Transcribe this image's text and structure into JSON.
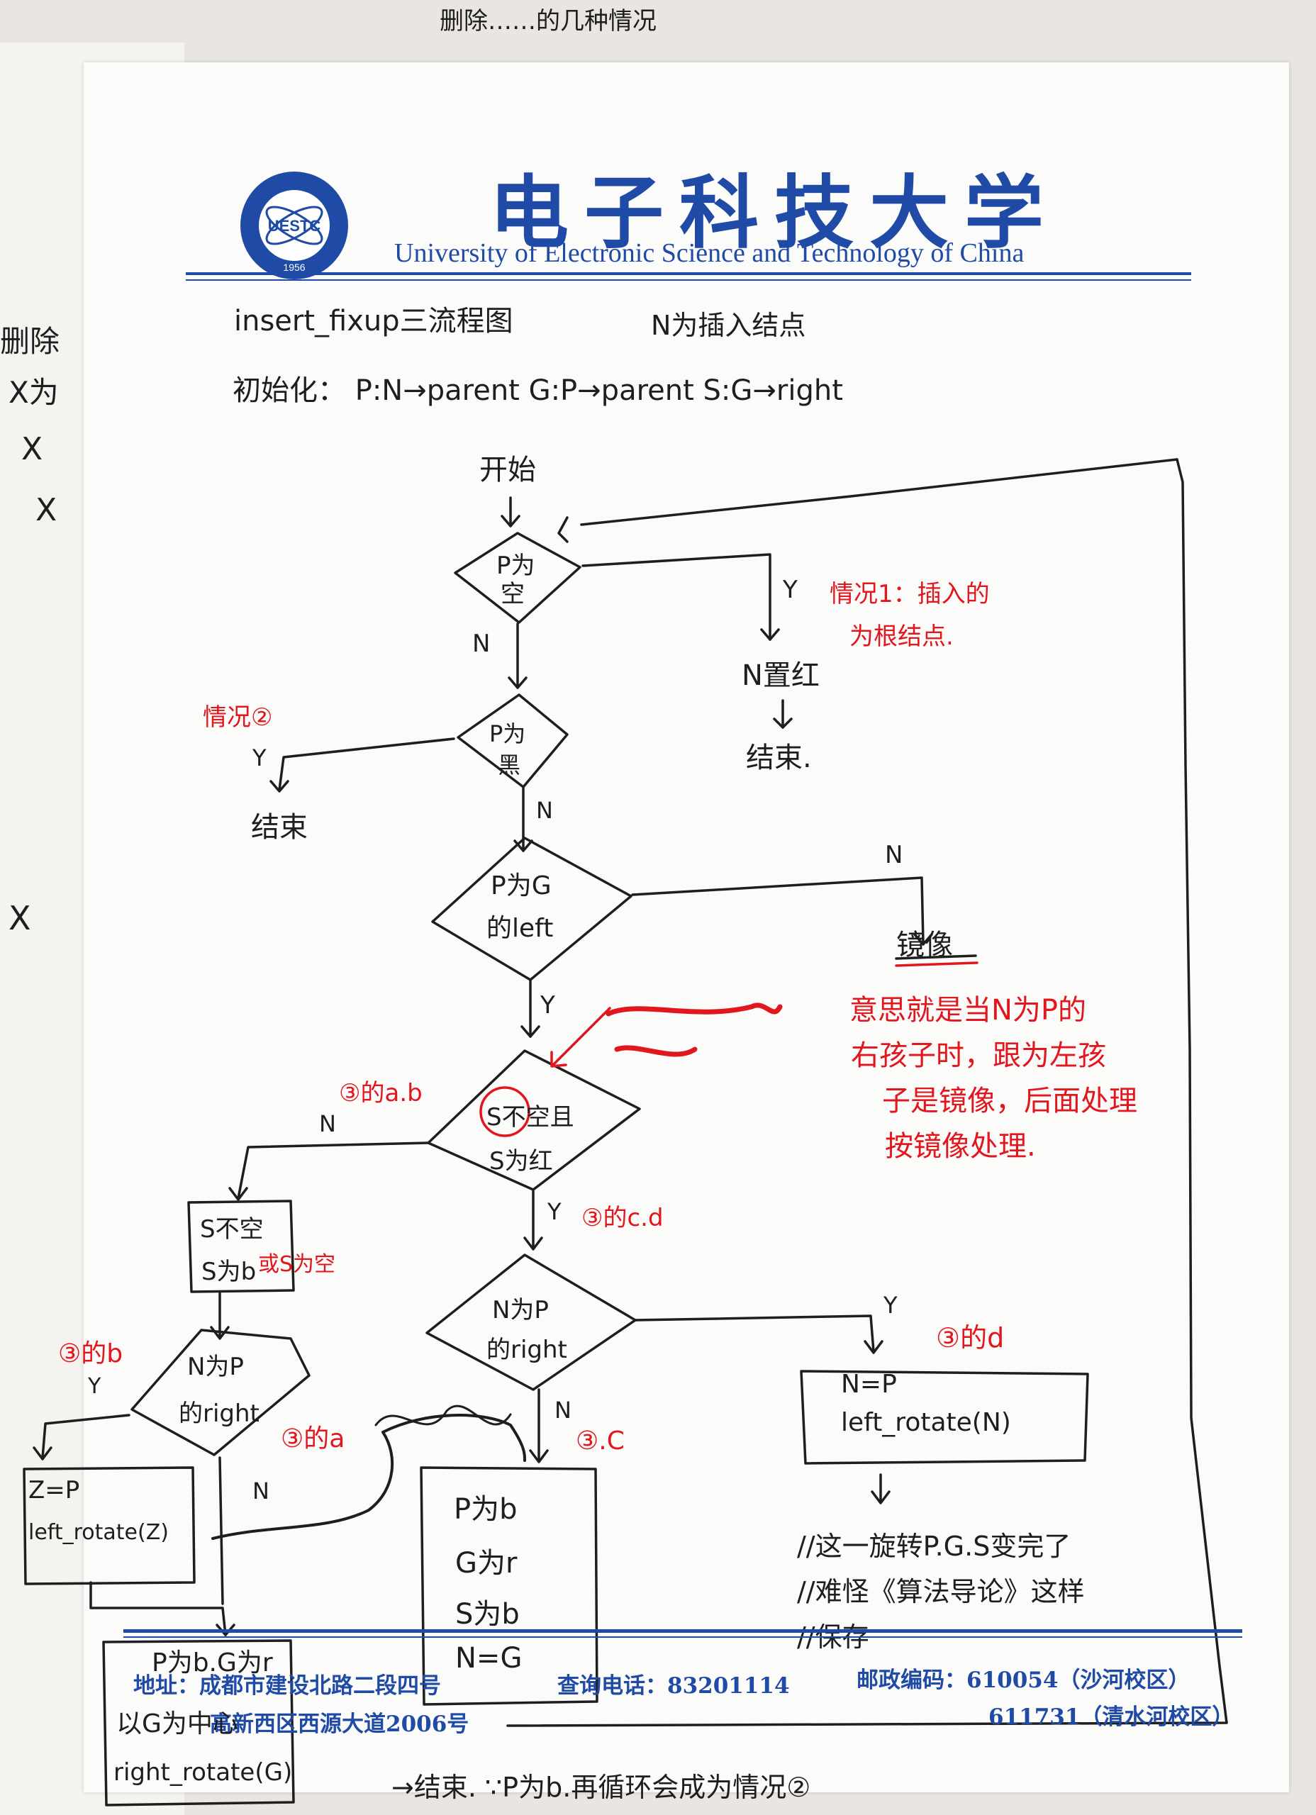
{
  "header": {
    "top_scribble": "删除……的几种情况",
    "logo_text": "UESTC",
    "logo_year": "1956",
    "title_zh": "电子科技大学",
    "title_en": "University of Electronic Science and Technology of China"
  },
  "notes": {
    "heading": "insert_fixup三流程图",
    "n_def": "N为插入结点",
    "init": "初始化：  P:N→parent      G:P→parent      S:G→right"
  },
  "flow": {
    "start": "开始",
    "d1": [
      "P为",
      "空"
    ],
    "d1_yes": "Y",
    "d1_no": "N",
    "n_red": "N置红",
    "end1": "结束.",
    "case1": [
      "情况1：插入的",
      "为根结点."
    ],
    "d2": [
      "P为",
      "黑"
    ],
    "d2_yes": "Y",
    "d2_no": "N",
    "case2": "情况②",
    "end2": "结束",
    "d3": [
      "P为G",
      "的left"
    ],
    "d3_no": "N",
    "d3_yes": "Y",
    "mirror": "镜像",
    "mirror_note": [
      "意思就是当N为P的",
      "右孩子时，跟为左孩",
      "子是镜像，后面处理",
      "按镜像处理."
    ],
    "d4": [
      "S不空且",
      "S为红"
    ],
    "d4_no": "N",
    "d4_yes": "Y",
    "case3ab": "③的a.b",
    "case3cd": "③的c.d",
    "box_s": [
      "S不空",
      "S为b"
    ],
    "box_s_red": "或S为空",
    "d5": [
      "N为P",
      "的right"
    ],
    "d5_yes": "Y",
    "d5_no": "N",
    "case3d": "③的d",
    "box_left": [
      "N=P",
      "left_rotate(N)"
    ],
    "rotate_comment": [
      "//这一旋转P.G.S变完了",
      "//难怪《算法导论》这样",
      "//保存"
    ],
    "d6": [
      "N为P",
      "的right"
    ],
    "case3b": "③的b",
    "d6_yes": "Y",
    "d6_no": "N",
    "case3a": "③的a",
    "case3c": "③.C",
    "box_z": [
      "Z=P",
      "left_rotate(Z)"
    ],
    "box_recolor": [
      "P为b",
      "G为r",
      "S为b",
      "N=G"
    ],
    "box_final": [
      "P为b.G为r",
      "以G为中心",
      "right_rotate(G)"
    ],
    "final_note": "→结束.  ∵P为b.再循环会成为情况②"
  },
  "footer": {
    "address": "地址：成都市建设北路二段四号",
    "phone": "查询电话：83201114",
    "postcode": "邮政编码：610054（沙河校区）",
    "address2": "高新西区西源大道2006号",
    "postcode2": "611731（清水河校区）"
  },
  "left_margin": [
    "删除",
    "X为",
    "X",
    "X",
    "X"
  ]
}
